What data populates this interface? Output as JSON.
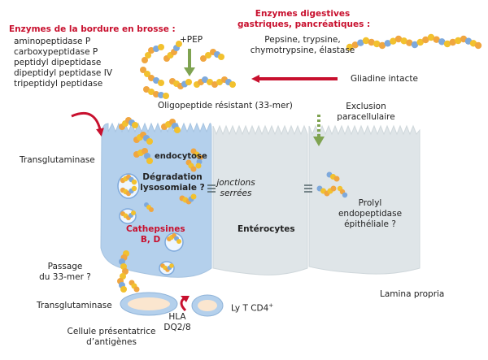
{
  "brush_border": {
    "title": "Enzymes de la bordure en brosse :",
    "items": [
      "aminopeptidase P",
      "carboxypeptidase P",
      "peptidyl dipeptidase",
      "dipeptidyl peptidase IV",
      "tripeptidyl peptidase"
    ]
  },
  "digestive": {
    "title_line1": "Enzymes digestives",
    "title_line2": "gastriques, pancréatiques :",
    "line1": "Pepsine, trypsine,",
    "line2": "chymotrypsine, élastase"
  },
  "labels": {
    "pep": "+PEP",
    "gliadine": "Gliadine intacte",
    "oligopeptide": "Oligopeptide résistant (33-mer)",
    "exclusion_1": "Exclusion",
    "exclusion_2": "paracellulaire",
    "transglutaminase_top": "Transglutaminase",
    "endocytose": "endocytose",
    "degradation_1": "Dégradation",
    "degradation_2": "lysosomiale ?",
    "jonctions_1": "jonctions",
    "jonctions_2": "serrées",
    "cathepsines_1": "Cathepsines",
    "cathepsines_2": "B, D",
    "enterocytes": "Entérocytes",
    "prolyl_1": "Prolyl",
    "prolyl_2": "endopeptidase",
    "prolyl_3": "épithéliale ?",
    "passage_1": "Passage",
    "passage_2": "du 33-mer ?",
    "transglutaminase_bottom": "Transglutaminase",
    "hla_1": "HLA",
    "hla_2": "DQ2/8",
    "lyt": "Ly T CD4",
    "lyt_sup": "+",
    "cpa_1": "Cellule présentatrice",
    "cpa_2": "d’antigènes",
    "lamina": "Lamina propria"
  },
  "colors": {
    "accent_red": "#c8102e",
    "cell_blue": "#b4d0ec",
    "cell_grey": "#dfe5e8",
    "arrow_green": "#7fa351",
    "bead_yellow": "#f2c12e",
    "bead_orange": "#f0a640",
    "bead_blue": "#7ea9dc"
  }
}
